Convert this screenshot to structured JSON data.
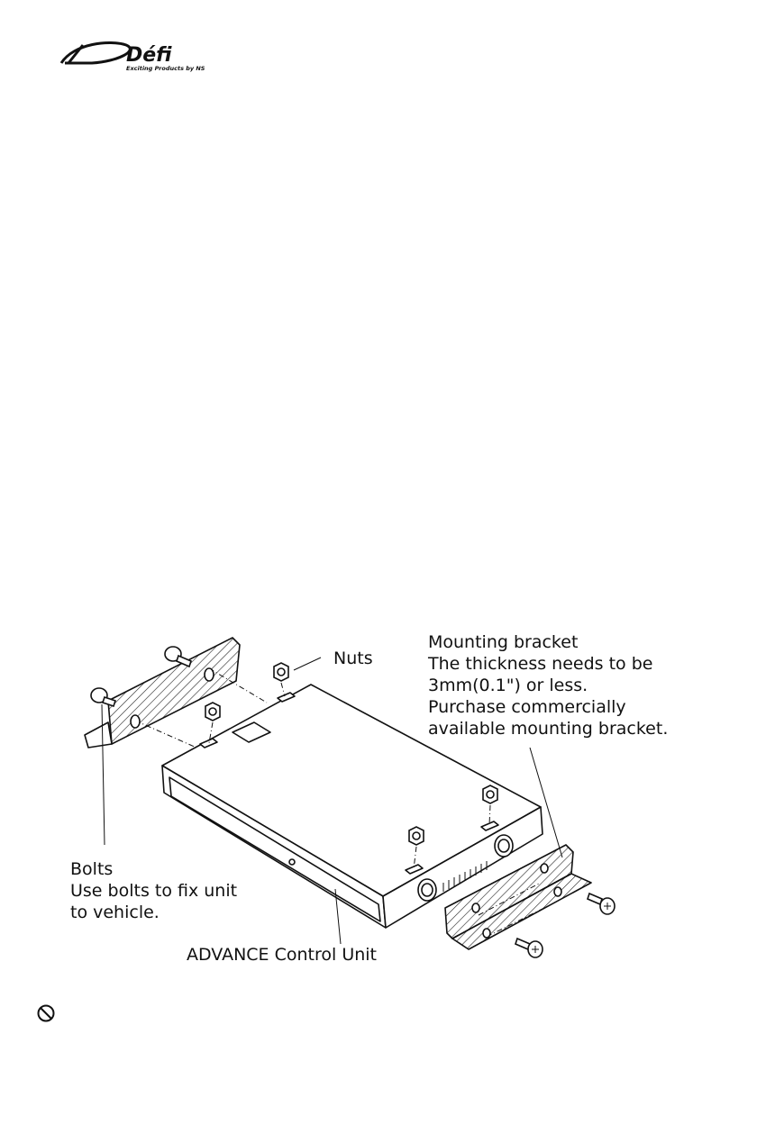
{
  "logo": {
    "brand": "Défi",
    "tagline": "Exciting Products by NS"
  },
  "labels": {
    "nuts": "Nuts",
    "bracket": [
      "Mounting bracket",
      "The thickness needs to be",
      "3mm(0.1\") or less.",
      "Purchase commercially",
      "available mounting bracket."
    ],
    "bolts": [
      "Bolts",
      "Use bolts to fix unit",
      "to vehicle."
    ],
    "unit": "ADVANCE Control Unit"
  },
  "icons": {
    "prohibit": "prohibition-icon"
  }
}
